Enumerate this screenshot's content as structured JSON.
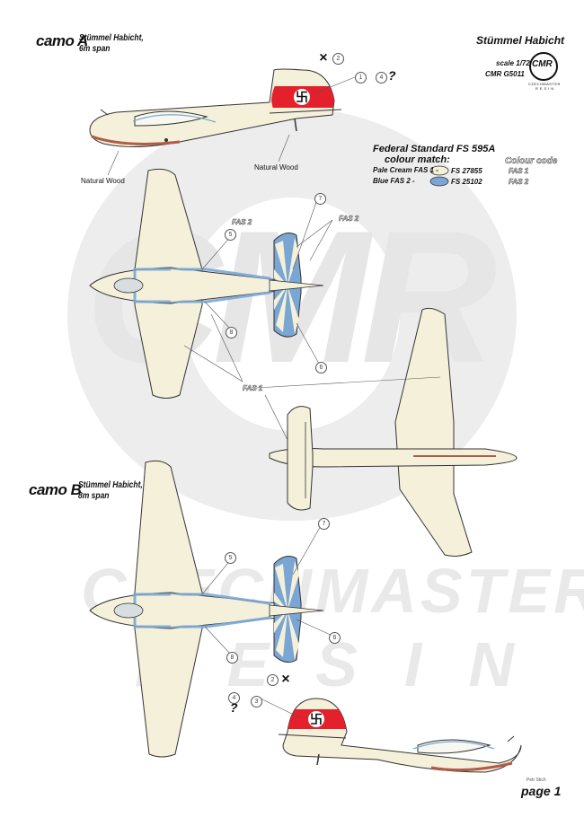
{
  "header": {
    "camo_a_title": "camo A",
    "camo_a_sub1": "Stümmel Habicht,",
    "camo_a_sub2": "6m span",
    "product_name": "Stümmel Habicht",
    "scale": "scale 1/72",
    "code": "CMR G5011",
    "logo_text": "CMR",
    "logo_sub1": "CZECHMASTER",
    "logo_sub2": "RESIN"
  },
  "camo_b": {
    "title": "camo B",
    "sub1": "Stümmel Habicht,",
    "sub2": "8m span"
  },
  "legend": {
    "title1": "Federal Standard FS 595A",
    "title2": "colour match:",
    "colour_code_title": "Colour code",
    "rows": [
      {
        "name": "Pale Cream FAS 1 -",
        "fs": "FS 27855",
        "code": "FAS 1",
        "color": "#f4f0da"
      },
      {
        "name": "Blue  FAS 2 -",
        "fs": "FS 25102",
        "code": "FAS 2",
        "color": "#7aa6d3"
      }
    ]
  },
  "labels": {
    "natural_wood_1": "Natural Wood",
    "natural_wood_2": "Natural Wood",
    "fas2_a": "FAS 2",
    "fas2_b": "FAS 2",
    "fas1": "FAS 1",
    "question_top": "?",
    "question_bottom": "?",
    "cross_top": "×",
    "cross_bottom": "×"
  },
  "callouts": {
    "c1": "1",
    "c2": "2",
    "c4": "4",
    "c5": "5",
    "c7": "7",
    "c8": "8",
    "c6": "6",
    "b2": "2",
    "b3": "3",
    "b4": "4",
    "b5": "5",
    "b7": "7",
    "b8": "8",
    "b6": "6"
  },
  "watermark": {
    "big": "CMR",
    "line1": "CZECHMASTER",
    "line2": "RESIN"
  },
  "footer": {
    "credit": "Petr Stich",
    "page": "page 1"
  },
  "colors": {
    "cream": "#f4f0da",
    "blue": "#7aa6d3",
    "red": "#e4202c",
    "wood": "#b05a4a",
    "watermark": "#ececec"
  }
}
